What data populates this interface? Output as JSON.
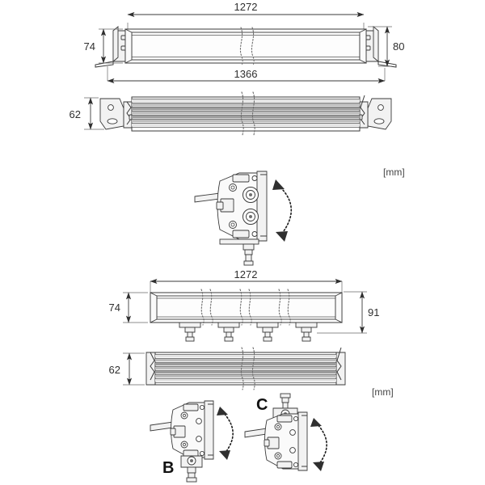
{
  "document": {
    "title": "LED Light Bar Technical Dimension Drawing",
    "units_label": "[mm]"
  },
  "units": {
    "top_label": "[mm]",
    "bottom_label": "[mm]"
  },
  "views": [
    {
      "id": "view-1-front-bracket",
      "name": "Front view with end mounting brackets",
      "dimensions": {
        "top_length": "1272",
        "bottom_length": "1366",
        "left_height": "74",
        "right_height": "80"
      }
    },
    {
      "id": "view-2-top-fins",
      "name": "Top view heat sink fins with end feet",
      "dimensions": {
        "left_height": "62"
      }
    },
    {
      "id": "detail-a-end-mount",
      "name": "Side section end mount with rotation adjustment",
      "letter": ""
    },
    {
      "id": "view-3-front-studs",
      "name": "Front view with four bottom stud mounts",
      "dimensions": {
        "top_length": "1272",
        "left_height": "74",
        "right_height": "91"
      }
    },
    {
      "id": "view-4-top-fins",
      "name": "Top view heat sink fins stud version",
      "dimensions": {
        "left_height": "62"
      }
    },
    {
      "id": "detail-b",
      "name": "Detail B bottom stud mount rotation",
      "letter": "B"
    },
    {
      "id": "detail-c",
      "name": "Detail C top stud mount rotation",
      "letter": "C"
    }
  ],
  "labels": {
    "dim_1272_top": "1272",
    "dim_1366": "1366",
    "dim_74_v1": "74",
    "dim_80": "80",
    "dim_62_v2": "62",
    "dim_1272_v3": "1272",
    "dim_74_v3": "74",
    "dim_91": "91",
    "dim_62_v4": "62",
    "detail_b": "B",
    "detail_c": "C",
    "unit_top": "[mm]",
    "unit_bottom": "[mm]"
  },
  "colors": {
    "background": "#ffffff",
    "line": "#3a3a3a",
    "text": "#2f2f2f",
    "fin_dark": "#9d9d9d",
    "fin_mid": "#bdbdbd",
    "fin_light": "#e4e4e4",
    "arrow": "#1d1d1d"
  }
}
